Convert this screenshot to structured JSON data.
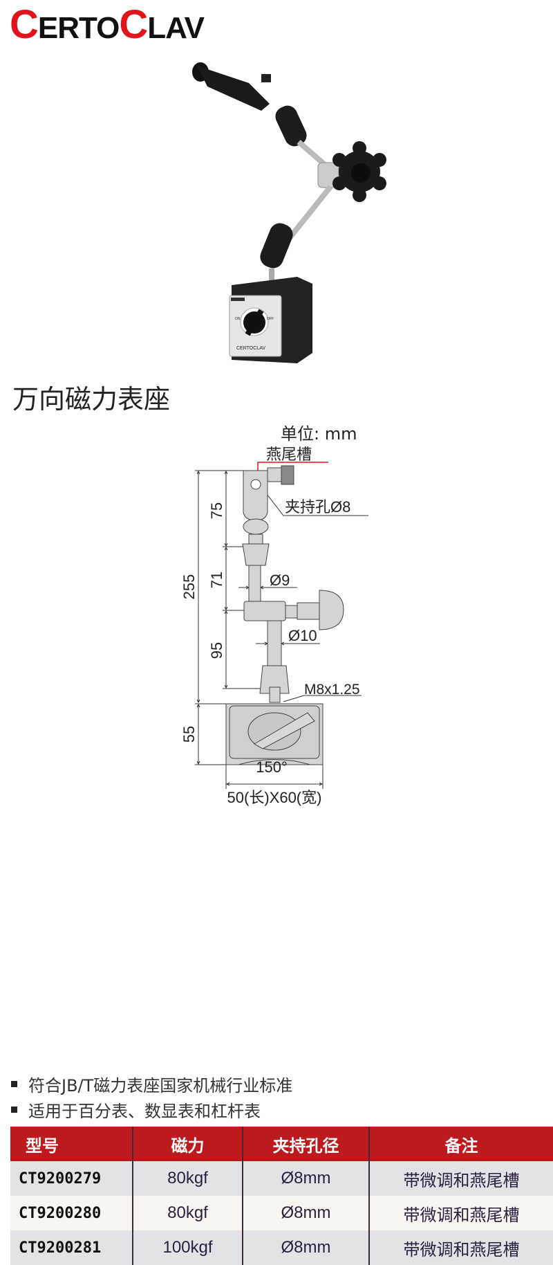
{
  "logo": {
    "c1": "C",
    "erto": "ERTO",
    "c2": "C",
    "lav": "LAV",
    "text": "CERTOCLAV",
    "red": "#e0141b"
  },
  "product": {
    "title": "万向磁力表座",
    "photo_logo": "CERTOCLAV",
    "photo_switch_on": "ON",
    "photo_switch_off": "OFF"
  },
  "drawing": {
    "unit": "单位: mm",
    "dovetail": "燕尾槽",
    "clamp_hole": "夹持孔Ø8",
    "dim_total": "255",
    "dim_upper": "75",
    "dim_middle": "71",
    "dim_lower": "95",
    "dia_upper": "Ø9",
    "dia_lower": "Ø10",
    "thread": "M8x1.25",
    "dim_base": "55",
    "angle": "150°",
    "base_size": "50(长)X60(宽)"
  },
  "features": [
    "符合JB/T磁力表座国家机械行业标准",
    "适用于百分表、数显表和杠杆表"
  ],
  "table": {
    "headers": [
      "型号",
      "磁力",
      "夹持孔径",
      "备注"
    ],
    "rows": [
      [
        "CT9200279",
        "80kgf",
        "Ø8mm",
        "带微调和燕尾槽"
      ],
      [
        "CT9200280",
        "80kgf",
        "Ø8mm",
        "带微调和燕尾槽"
      ],
      [
        "CT9200281",
        "100kgf",
        "Ø8mm",
        "带微调和燕尾槽"
      ]
    ],
    "header_color": "#bd1a1d"
  }
}
